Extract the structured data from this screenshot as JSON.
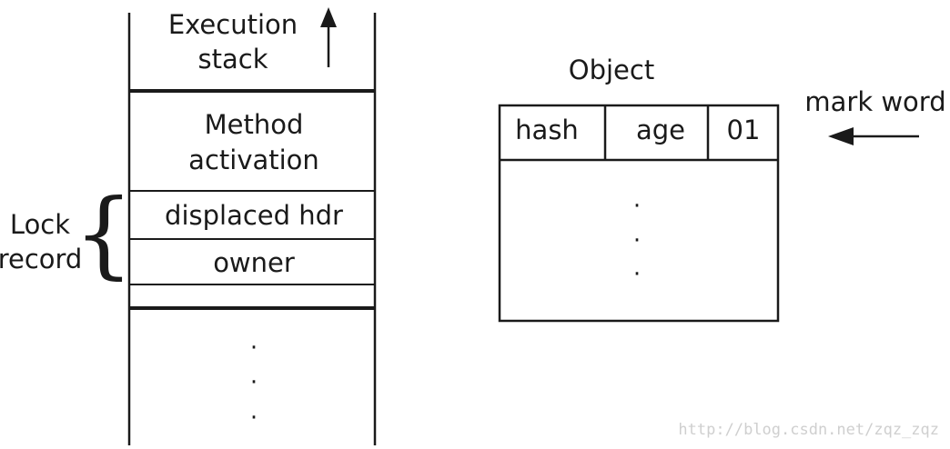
{
  "stack": {
    "execution_line1": "Execution",
    "execution_line2": "stack",
    "method_line1": "Method",
    "method_line2": "activation",
    "displaced_hdr": "displaced hdr",
    "owner": "owner",
    "continuation_dots": [
      "·",
      "·",
      "·"
    ]
  },
  "lock_record": {
    "line1": "Lock",
    "line2": "record",
    "brace": "{"
  },
  "object": {
    "title": "Object",
    "mark_word_label": "mark word",
    "fields": {
      "hash": "hash",
      "age": "age",
      "lock_bits": "01"
    },
    "continuation_dots": [
      "·",
      "·",
      "·"
    ]
  },
  "watermark": "http://blog.csdn.net/zqz_zqz",
  "colors": {
    "ink": "#1a1a1a",
    "watermark": "#cfcfcf"
  }
}
